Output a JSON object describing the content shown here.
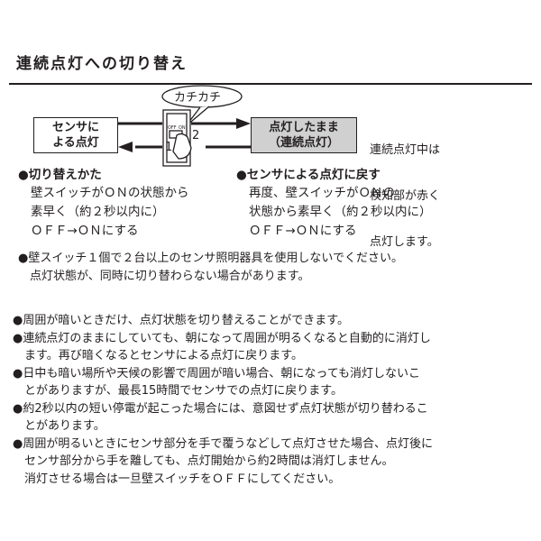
{
  "title": "連続点灯への切り替え",
  "diagram": {
    "left_box": [
      "センサに",
      "よる点灯"
    ],
    "right_box": [
      "点灯したまま",
      "（連続点灯）"
    ],
    "bubble": "カチカチ",
    "switch_off": "OFF",
    "switch_on": "ON",
    "step1": "1",
    "step2": "2",
    "note": [
      "連続点灯中は",
      "検知部が赤く",
      "点灯します。"
    ]
  },
  "how_to_switch": {
    "heading": "●切り替えかた",
    "lines": [
      "壁スイッチがＯＮの状態から",
      "素早く（約２秒以内に）",
      "ＯＦＦ→ＯＮにする"
    ]
  },
  "return_to_sensor": {
    "heading": "●センサによる点灯に戻す",
    "lines": [
      "再度、壁スイッチがＯＮの",
      "状態から素早く（約２秒以内に）",
      "ＯＦＦ→ＯＮにする"
    ]
  },
  "warning": [
    "●壁スイッチ１個で２台以上のセンサ照明器具を使用しないでください。",
    "　点灯状態が、同時に切り替わらない場合があります。"
  ],
  "notes": [
    [
      "●周囲が暗いときだけ、点灯状態を切り替えることができます。"
    ],
    [
      "●連続点灯のままにしていても、朝になって周囲が明るくなると自動的に消灯し",
      "　ます。再び暗くなるとセンサによる点灯に戻ります。"
    ],
    [
      "●日中も暗い場所や天候の影響で周囲が暗い場合、朝になっても消灯しないこ",
      "　とがありますが、最長15時間でセンサでの点灯に戻ります。"
    ],
    [
      "●約2秒以内の短い停電が起こった場合には、意図せず点灯状態が切り替わるこ",
      "　とがあります。"
    ],
    [
      "●周囲が明るいときにセンサ部分を手で覆うなどして点灯させた場合、点灯後に",
      "　センサ部分から手を離しても、点灯開始から約2時間は消灯しません。",
      "　消灯させる場合は一旦壁スイッチをＯＦＦにしてください。"
    ]
  ]
}
